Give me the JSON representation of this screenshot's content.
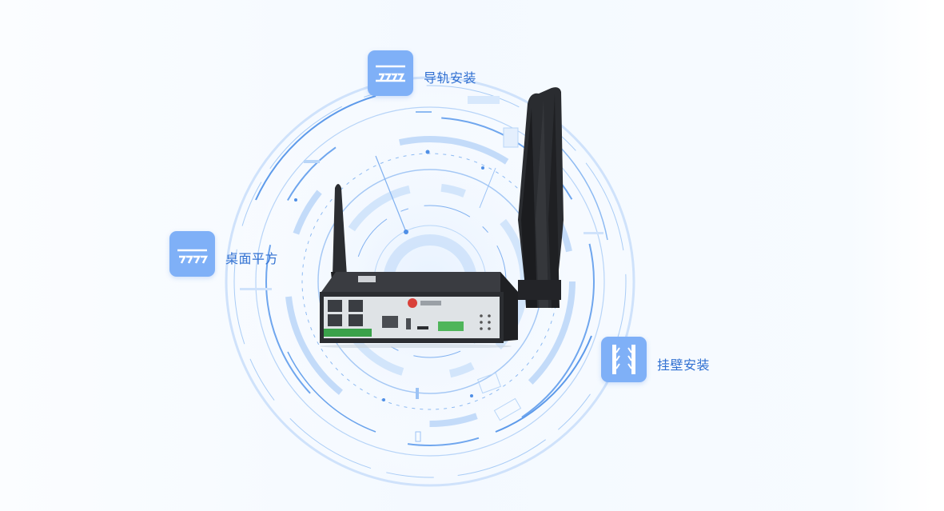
{
  "mounting_options": {
    "rail": {
      "label": "导轨安装",
      "icon": "din-rail-icon"
    },
    "desktop": {
      "label": "桌面平方",
      "icon": "desktop-mount-icon"
    },
    "wall": {
      "label": "挂壁安装",
      "icon": "wall-mount-icon"
    }
  },
  "colors": {
    "accent": "#2f6fd1",
    "badge": "#7fb0f7",
    "ring": "#9cc3f5",
    "device_body": "#2b2d31",
    "faceplate": "#dfe3e6",
    "port_strip": "#3aa14a"
  }
}
